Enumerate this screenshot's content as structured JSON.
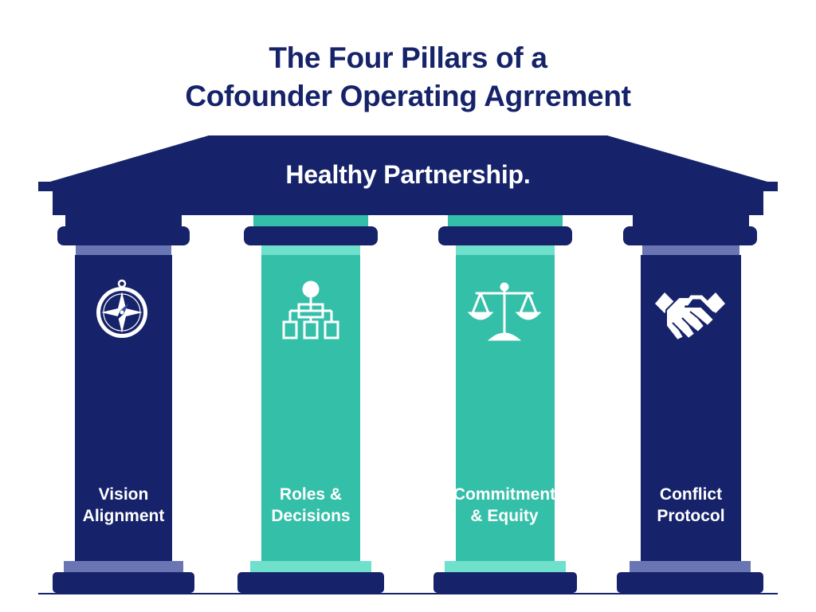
{
  "diagram": {
    "title_line_1": "The Four Pillars of a",
    "title_line_2": "Cofounder Operating Agrrement",
    "roof_label": "Healthy Partnership.",
    "colors": {
      "navy": "#16236a",
      "teal": "#34bfa8",
      "teal_light": "#6ee0cc",
      "navy_light": "#6a76b4",
      "background": "#ffffff"
    },
    "pillars": [
      {
        "icon": "compass-icon",
        "color": "navy",
        "label_line_1": "Vision",
        "label_line_2": "Alignment"
      },
      {
        "icon": "org-chart-icon",
        "color": "teal",
        "label_line_1": "Roles &",
        "label_line_2": "Decisions"
      },
      {
        "icon": "scales-icon",
        "color": "teal",
        "label_line_1": "Commitment",
        "label_line_2": "& Equity"
      },
      {
        "icon": "handshake-icon",
        "color": "navy",
        "label_line_1": "Conflict",
        "label_line_2": "Protocol"
      }
    ]
  }
}
